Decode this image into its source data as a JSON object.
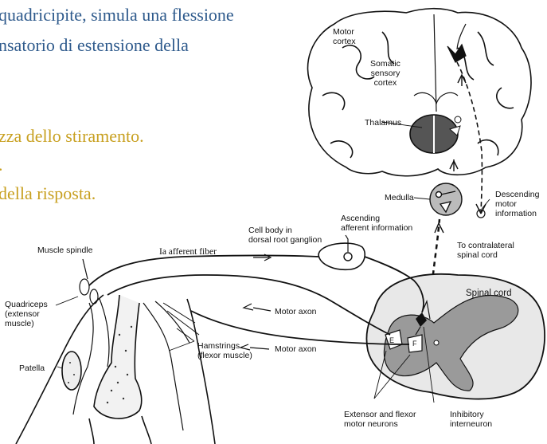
{
  "slide": {
    "line1": "quadricipite, simula una flessione",
    "line2": "nsatorio di estensione della",
    "line3": "zza dello stiramento.",
    "line4": ".",
    "line5": "della risposta."
  },
  "labels": {
    "motor_cortex": [
      "Motor",
      "cortex"
    ],
    "somatic_sensory_cortex": [
      "Somatic",
      "sensory",
      "cortex"
    ],
    "thalamus": "Thalamus",
    "medulla": "Medulla",
    "descending_motor": [
      "Descending",
      "motor",
      "information"
    ],
    "ascending_afferent": [
      "Ascending",
      "afferent information"
    ],
    "cell_body": [
      "Cell body in",
      "dorsal root ganglion"
    ],
    "to_contralateral": [
      "To contralateral",
      "spinal cord"
    ],
    "muscle_spindle": "Muscle spindle",
    "ia_afferent": "Ia afferent fiber",
    "spinal_cord": "Spinal cord",
    "quadriceps": [
      "Quadriceps",
      "(extensor",
      "muscle)"
    ],
    "motor_axon_1": "Motor axon",
    "motor_axon_2": "Motor axon",
    "hamstrings": [
      "Hamstrings",
      "(flexor muscle)"
    ],
    "patella": "Patella",
    "extensor_flexor_neurons": [
      "Extensor and flexor",
      "motor neurons"
    ],
    "inhibitory_interneuron": [
      "Inhibitory",
      "interneuron"
    ],
    "neuron_e": "E",
    "neuron_f": "F"
  },
  "colors": {
    "slide_blue": "#2e5a8c",
    "slide_gold": "#c8a020"
  }
}
